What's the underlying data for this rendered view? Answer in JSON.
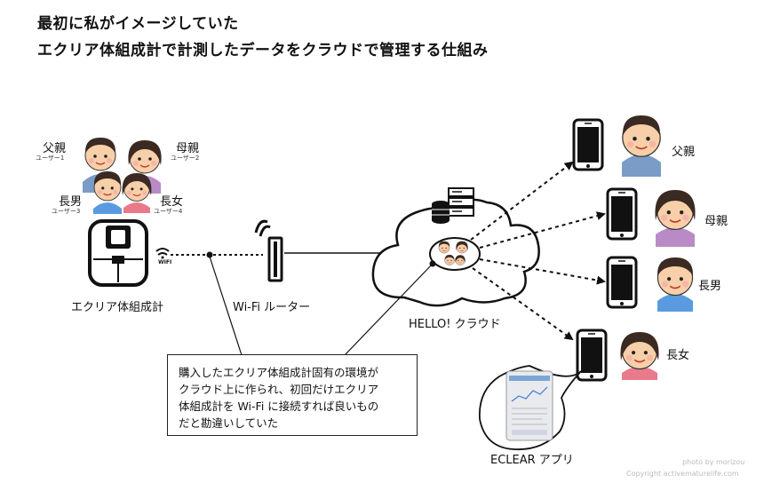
{
  "title": {
    "line1": "最初に私がイメージしていた",
    "line2": "エクリア体組成計で計測したデータをクラウドで管理する仕組み"
  },
  "family": [
    {
      "name": "父親",
      "user": "ユーザー1"
    },
    {
      "name": "母親",
      "user": "ユーザー2"
    },
    {
      "name": "長男",
      "user": "ユーザー3"
    },
    {
      "name": "長女",
      "user": "ユーザー4"
    }
  ],
  "devices": {
    "scale_label": "エクリア体組成計",
    "wifi_badge": "WIFI",
    "router_label": "Wi-Fi ルーター",
    "cloud_label": "HELLO! クラウド",
    "app_label": "ECLEAR アプリ"
  },
  "phones": [
    {
      "label": "父親"
    },
    {
      "label": "母親"
    },
    {
      "label": "長男"
    },
    {
      "label": "長女"
    }
  ],
  "note": {
    "lines": [
      "購入したエクリア体組成計固有の環境が",
      "クラウド上に作られ、初回だけエクリア",
      "体組成計を Wi-Fi に接続すれば良いもの",
      "だと勘違いしていた"
    ]
  },
  "credits": {
    "line1": "photo by morizou",
    "line2": "Copyright activematurelife.com"
  },
  "colors": {
    "skin": "#f7cfa8",
    "hair": "#3a2a22",
    "father_shirt": "#7a9cc6",
    "mother_shirt": "#b98bc6",
    "son_shirt": "#5a9be0",
    "daughter_shirt": "#e87a8a"
  }
}
